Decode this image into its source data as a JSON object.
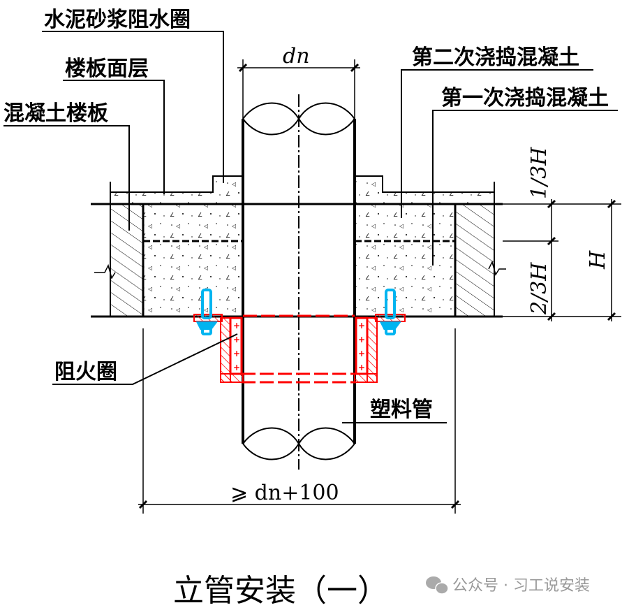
{
  "labels": {
    "cement_mortar_ring": "水泥砂浆阻水圈",
    "floor_surface": "楼板面层",
    "concrete_slab": "混凝土楼板",
    "second_pour": "第二次浇捣混凝土",
    "first_pour": "第一次浇捣混凝土",
    "fire_collar": "阻火圈",
    "plastic_pipe": "塑料管"
  },
  "dimensions": {
    "pipe_diameter": "dn",
    "opening_width": "⩾ dn+100",
    "one_third_h": "1/3H",
    "two_thirds_h": "2/3H",
    "h": "H"
  },
  "title": "立管安装（一）",
  "watermark": "公众号 · 习工说安装",
  "colors": {
    "fire_collar": "#ff0000",
    "anchor": "#00b4f0",
    "watermark": "#999999"
  }
}
